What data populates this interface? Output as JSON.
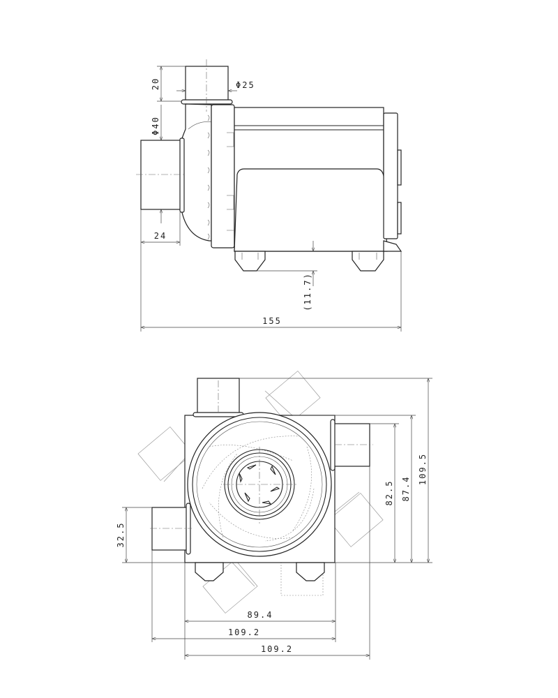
{
  "side_view": {
    "dims": {
      "outlet_height": "20",
      "outlet_dia": "Φ25",
      "inlet_dia": "Φ40",
      "inlet_length": "24",
      "foot_height": "(11.7)",
      "overall_length": "155"
    }
  },
  "bottom_view": {
    "dims": {
      "inlet_offset": "32.5",
      "outlet_height_a": "82.5",
      "outlet_height_b": "87.4",
      "overall_height": "109.5",
      "body_width": "89.4",
      "width_a": "109.2",
      "width_b": "109.2"
    }
  }
}
